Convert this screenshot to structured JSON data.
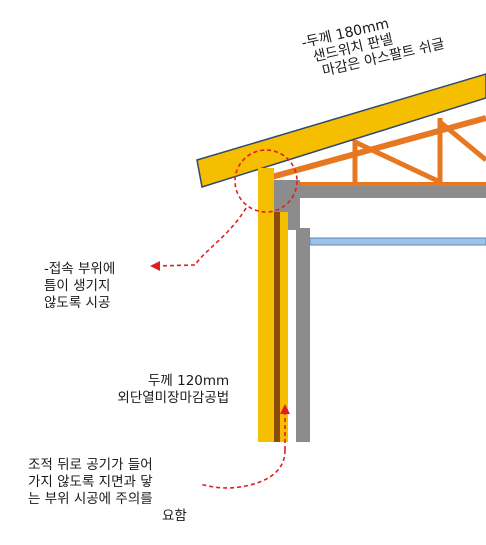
{
  "labels": {
    "roof_note": [
      "-두께 180mm",
      "샌드위치 판넬",
      "마감은 아스팔트 쉬글"
    ],
    "joint_note": [
      "-접속 부위에",
      "틈이 생기지",
      "않도록 시공"
    ],
    "wall_note": [
      "두께 120mm",
      "외단열미장마감공법"
    ],
    "base_note": [
      "조적 뒤로 공기가 들어",
      "가지 않도록 지면과 닿",
      "는 부위 시공에 주의를",
      "요함"
    ]
  },
  "colors": {
    "roof_panel": "#f5be00",
    "insulation_yellow": "#f5be00",
    "panel_outline": "#2f4a6e",
    "truss": "#e87722",
    "brown_stud": "#8a4a0a",
    "concrete": "#8c8c8c",
    "ceiling": "#9dc3e6",
    "annotation_red": "#e02020"
  }
}
